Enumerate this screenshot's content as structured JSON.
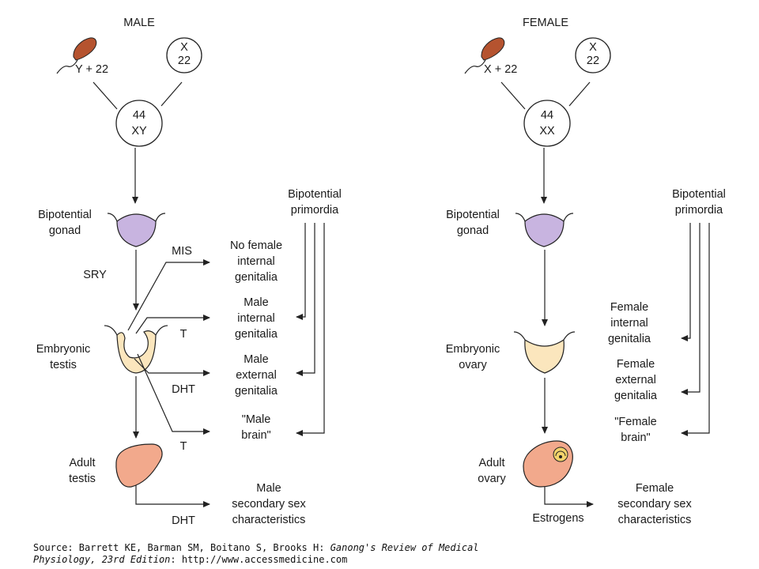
{
  "male": {
    "title": "MALE",
    "sperm": "Y + 22",
    "egg_top": "X",
    "egg_bottom": "22",
    "zygote_top": "44",
    "zygote_bottom": "XY",
    "gonad_label": [
      "Bipotential",
      "gonad"
    ],
    "primordia_label": [
      "Bipotential",
      "primordia"
    ],
    "sry": "SRY",
    "mis": "MIS",
    "t1": "T",
    "dht1": "DHT",
    "t2": "T",
    "dht2": "DHT",
    "testis_label": [
      "Embryonic",
      "testis"
    ],
    "adult_label": [
      "Adult",
      "testis"
    ],
    "outcomes": {
      "no_female": [
        "No female",
        "internal",
        "genitalia"
      ],
      "internal": [
        "Male",
        "internal",
        "genitalia"
      ],
      "external": [
        "Male",
        "external",
        "genitalia"
      ],
      "brain": [
        "\"Male",
        "brain\""
      ],
      "secondary": [
        "Male",
        "secondary sex",
        "characteristics"
      ]
    }
  },
  "female": {
    "title": "FEMALE",
    "sperm": "X + 22",
    "egg_top": "X",
    "egg_bottom": "22",
    "zygote_top": "44",
    "zygote_bottom": "XX",
    "gonad_label": [
      "Bipotential",
      "gonad"
    ],
    "primordia_label": [
      "Bipotential",
      "primordia"
    ],
    "ovary_label": [
      "Embryonic",
      "ovary"
    ],
    "adult_label": [
      "Adult",
      "ovary"
    ],
    "estrogens": "Estrogens",
    "outcomes": {
      "internal": [
        "Female",
        "internal",
        "genitalia"
      ],
      "external": [
        "Female",
        "external",
        "genitalia"
      ],
      "brain": [
        "\"Female",
        "brain\""
      ],
      "secondary": [
        "Female",
        "secondary sex",
        "characteristics"
      ]
    }
  },
  "source": {
    "line1_plain": "Source: Barrett KE, Barman SM, Boitano S, Brooks H: ",
    "line1_italic": "Ganong's Review of Medical",
    "line2_italic": "Physiology, 23rd Edition",
    "line2_plain": ": http://www.accessmedicine.com"
  },
  "colors": {
    "sperm": "#b5532f",
    "gonad": "#c8b4e0",
    "testis": "#fbe6bd",
    "adult": "#f2a98c",
    "follicle": "#f3d36b"
  }
}
